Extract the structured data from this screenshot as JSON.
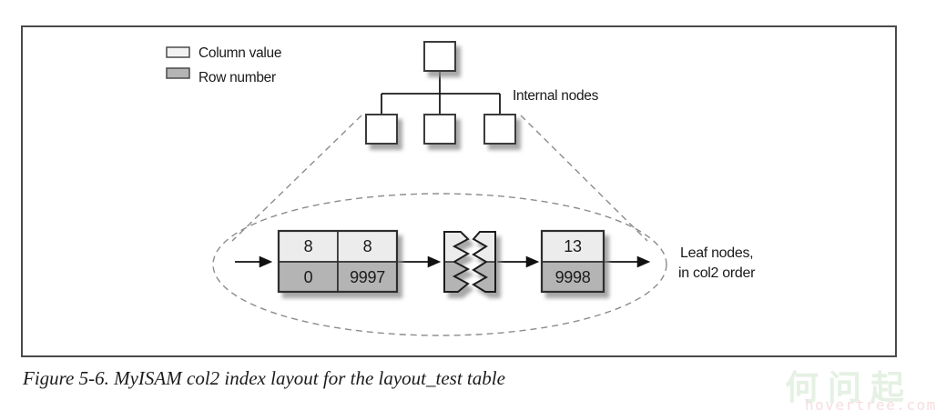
{
  "figure": {
    "caption": "Figure 5-6. MyISAM col2 index layout for the layout_test table"
  },
  "legend": {
    "items": [
      {
        "label": "Column value",
        "swatch_color": "#f2f2f2"
      },
      {
        "label": "Row number",
        "swatch_color": "#b4b4b4"
      }
    ]
  },
  "tree": {
    "internal_nodes_label": "Internal nodes"
  },
  "leaf": {
    "label_line1": "Leaf nodes,",
    "label_line2": "in col2 order",
    "nodes": [
      {
        "column_values": [
          "8",
          "8"
        ],
        "row_numbers": [
          "0",
          "9997"
        ]
      },
      {
        "column_values": [
          "13"
        ],
        "row_numbers": [
          "9998"
        ]
      }
    ]
  },
  "watermark": {
    "cn": "何问起",
    "site": "hovertree.com"
  },
  "colors": {
    "column_value_fill": "#ececec",
    "row_number_fill": "#b4b4b4",
    "node_fill": "#ffffff",
    "stroke_dark": "#2e2e2e",
    "panel_border": "#4a4a4a",
    "dashed_gray": "#8c8c8c",
    "watermark_green": "#e4f1e3",
    "watermark_pink": "#f6dde0"
  }
}
